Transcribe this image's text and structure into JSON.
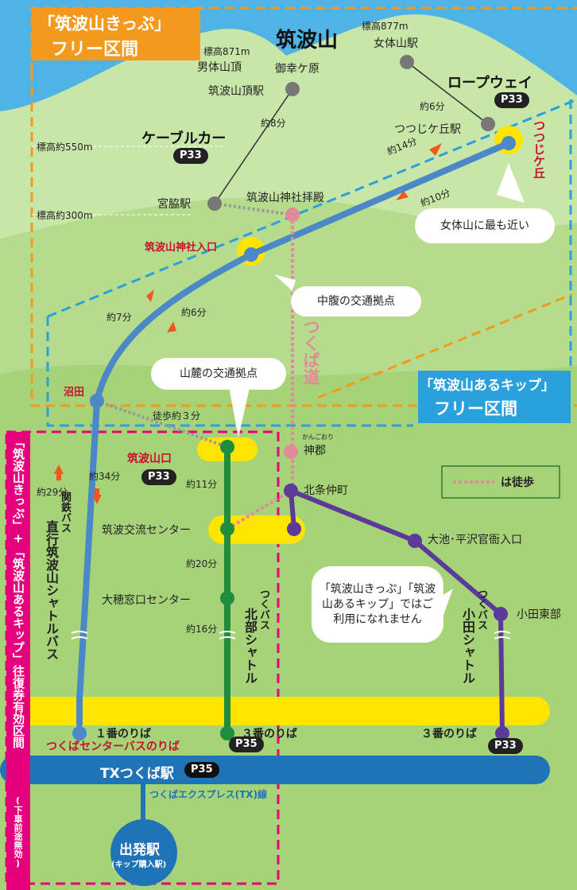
{
  "colors": {
    "sky": "#4fb3e6",
    "mountain": "#bfe39a",
    "ground": "#a9d67a",
    "orange_zone": "#f39a1e",
    "blue_zone": "#2aa0dc",
    "pink_zone": "#e6007e",
    "ropeway_shuttle_blue": "#4a88c7",
    "north_shuttle_green": "#1e8e3e",
    "oda_shuttle_purple": "#5b3a9a",
    "walk_path": "#e08a9a",
    "yellow_highlight": "#ffe400",
    "tx_band": "#1f73b7"
  },
  "zones": {
    "kippu_free_title_1": "「筑波山きっぷ」",
    "kippu_free_title_2": "フリー区間",
    "arukippu_free_title_1": "「筑波山あるキップ」",
    "arukippu_free_title_2": "フリー区間",
    "round_trip_label": "「筑波山きっぷ」+「筑波山あるキップ」往復券有効区間",
    "round_trip_note": "(下車前途無効)"
  },
  "mountain": {
    "name": "筑波山",
    "nyotai_alt": "標高877m",
    "nyotai_station": "女体山駅",
    "nantai_alt": "標高871m",
    "nantai_peak": "男体山頂",
    "miyuki": "御幸ケ原",
    "summit_station": "筑波山頂駅",
    "alt_550": "標高約550m",
    "alt_300": "標高約300m"
  },
  "ropeway": {
    "label": "ロープウェイ",
    "page": "P33",
    "time": "約6分",
    "tsutsujigaoka_station": "つつじケ丘駅",
    "tsutsujigaoka_area": "つつじケ丘"
  },
  "cable": {
    "label": "ケーブルカー",
    "page": "P33",
    "time": "約8分",
    "miyawaki": "宮脇駅",
    "shrine_hall": "筑波山神社拝殿"
  },
  "route": {
    "up_14": "約14分",
    "down_10": "約10分",
    "shrine_entrance": "筑波山神社入口",
    "up_7": "約7分",
    "down_6": "約6分",
    "numata": "沼田",
    "walk_3": "徒歩約３分",
    "tsukubasanguchi": "筑波山口",
    "tsukubasanguchi_page": "P33",
    "min_11": "約11分",
    "min_34": "約34分",
    "min_29": "約29分",
    "koryu_center": "筑波交流センター",
    "min_20": "約20分",
    "hozumi": "大穂窓口センター",
    "min_16": "約16分",
    "kandori_ruby": "かんごおり",
    "kandori": "神郡",
    "hojo": "北条仲町",
    "oike": "大池･平沢官衙入口",
    "odahigashi": "小田東部",
    "tsukuba_michi": "つくば道",
    "walk_legend": "は徒歩"
  },
  "bubbles": {
    "nyotai_closest": "女体山に最も近い",
    "chufuku": "中腹の交通拠点",
    "sanroku": "山麓の交通拠点",
    "not_usable": "「筑波山きっぷ」「筑波山あるキップ」ではご利用になれません"
  },
  "bus_lines": {
    "kantetsu_company": "関鉄バス",
    "kantetsu_name": "直行筑波山シャトルバス",
    "north_company": "つくバス",
    "north_name": "北部シャトル",
    "oda_company": "つくバス",
    "oda_name": "小田シャトル"
  },
  "stops": {
    "no1": "１番のりば",
    "no3_north": "３番のりば",
    "no3_oda": "３番のりば",
    "center_label": "つくばセンターバスのりば",
    "center_page": "P35",
    "oda_page": "P33"
  },
  "tx": {
    "station": "TXつくば駅",
    "page": "P35",
    "line": "つくばエクスプレス(TX)線",
    "departure": "出発駅",
    "departure_sub": "(キップ購入駅)"
  }
}
